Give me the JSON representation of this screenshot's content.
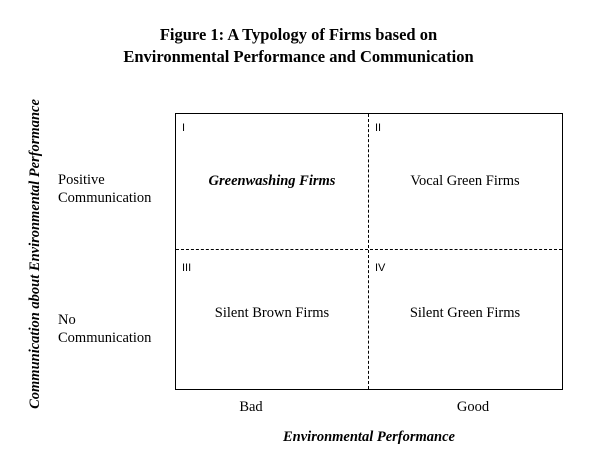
{
  "figure": {
    "title_line1": "Figure 1:  A Typology of Firms based on",
    "title_line2": "Environmental Performance and Communication"
  },
  "axes": {
    "y_label": "Communication about Environmental Performance",
    "x_label": "Environmental Performance"
  },
  "rows": {
    "top": {
      "line1": "Positive",
      "line2": "Communication"
    },
    "bottom": {
      "line1": "No",
      "line2": "Communication"
    }
  },
  "columns": {
    "left": "Bad",
    "right": "Good"
  },
  "quadrants": [
    {
      "numeral": "I",
      "label": "Greenwashing Firms",
      "emphasized": true
    },
    {
      "numeral": "II",
      "label": "Vocal Green Firms",
      "emphasized": false
    },
    {
      "numeral": "III",
      "label": "Silent Brown Firms",
      "emphasized": false
    },
    {
      "numeral": "IV",
      "label": "Silent Green Firms",
      "emphasized": false
    }
  ]
}
